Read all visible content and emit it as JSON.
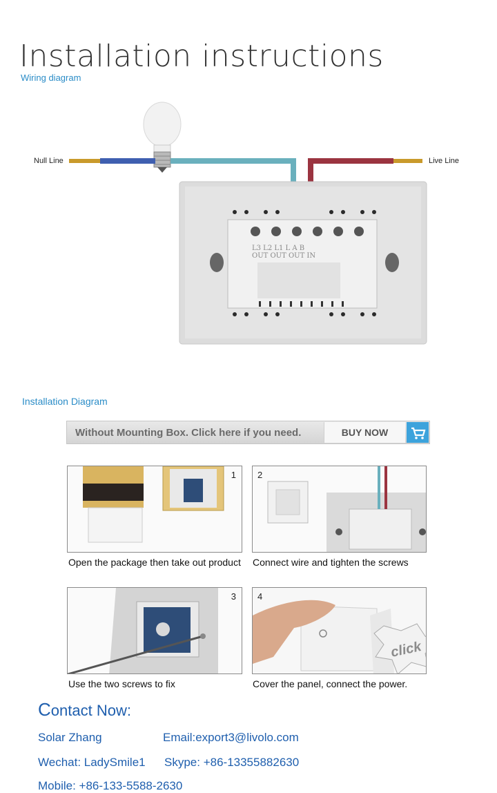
{
  "title": "Installation instructions",
  "subtitle": "Wiring diagram",
  "wiring": {
    "null_line_label": "Null Line",
    "live_line_label": "Live Line",
    "terminal_labels": "L3  L2  L1   L   A   B",
    "terminal_labels2": "OUT OUT OUT  IN"
  },
  "installation_diagram_title": "Installation Diagram",
  "banner": {
    "text": "Without Mounting Box. Click here if you need.",
    "button": "BUY NOW",
    "icon": "cart-icon"
  },
  "steps": [
    {
      "number": "1",
      "caption": "Open the package then take out product"
    },
    {
      "number": "2",
      "caption": "Connect wire and tighten the screws"
    },
    {
      "number": "3",
      "caption": "Use the two screws to fix"
    },
    {
      "number": "4",
      "caption": "Cover the panel, connect the power.",
      "badge": "click"
    }
  ],
  "contact": {
    "title_first": "C",
    "title_rest": "ontact Now:",
    "name": "Solar Zhang",
    "email": "Email:export3@livolo.com",
    "wechat": "Wechat: LadySmile1",
    "skype": "Skype: +86-13355882630",
    "mobile": "Mobile: +86-133-5588-2630"
  },
  "colors": {
    "accent": "#2a8cc7",
    "contact": "#1f5fae",
    "null_wire": "#3f5fb0",
    "live_wire": "#9b3440",
    "mid_wire": "#6ab0bd",
    "cart": "#3da3dc"
  }
}
